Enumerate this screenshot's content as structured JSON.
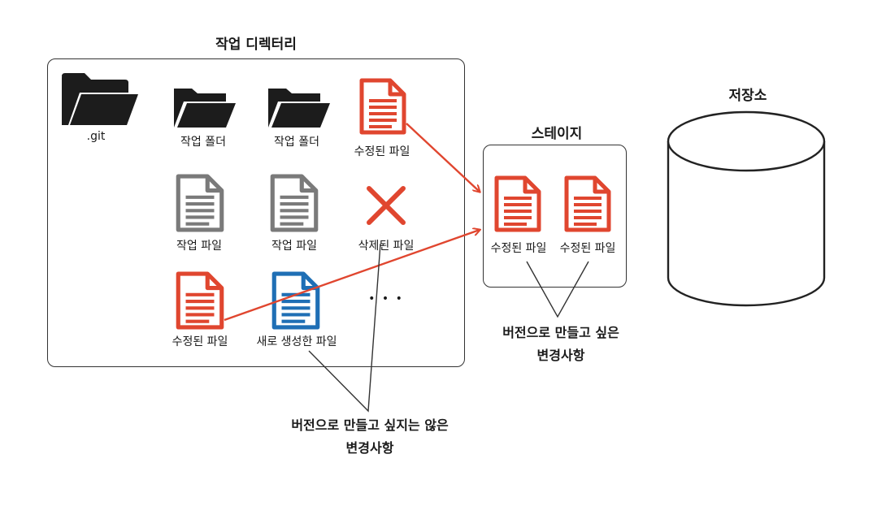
{
  "working_dir": {
    "title": "작업 디렉터리",
    "items": {
      "git": ".git",
      "folder1": "작업 폴더",
      "folder2": "작업 폴더",
      "modified1": "수정된 파일",
      "work_file1": "작업 파일",
      "work_file2": "작업 파일",
      "deleted": "삭제된 파일",
      "modified2": "수정된 파일",
      "new_file": "새로 생성한 파일",
      "more": "• • •"
    }
  },
  "stage": {
    "title": "스테이지",
    "items": [
      "수정된 파일",
      "수정된 파일"
    ],
    "note_line1": "버전으로 만들고 싶은",
    "note_line2": "변경사항"
  },
  "repository": {
    "title": "저장소"
  },
  "unwanted_note": {
    "line1": "버전으로 만들고 싶지는 않은",
    "line2": "변경사항"
  },
  "colors": {
    "modified": "#e0462f",
    "working": "#7a7a7a",
    "new": "#1f6fb5",
    "folder": "#1c1c1c"
  }
}
